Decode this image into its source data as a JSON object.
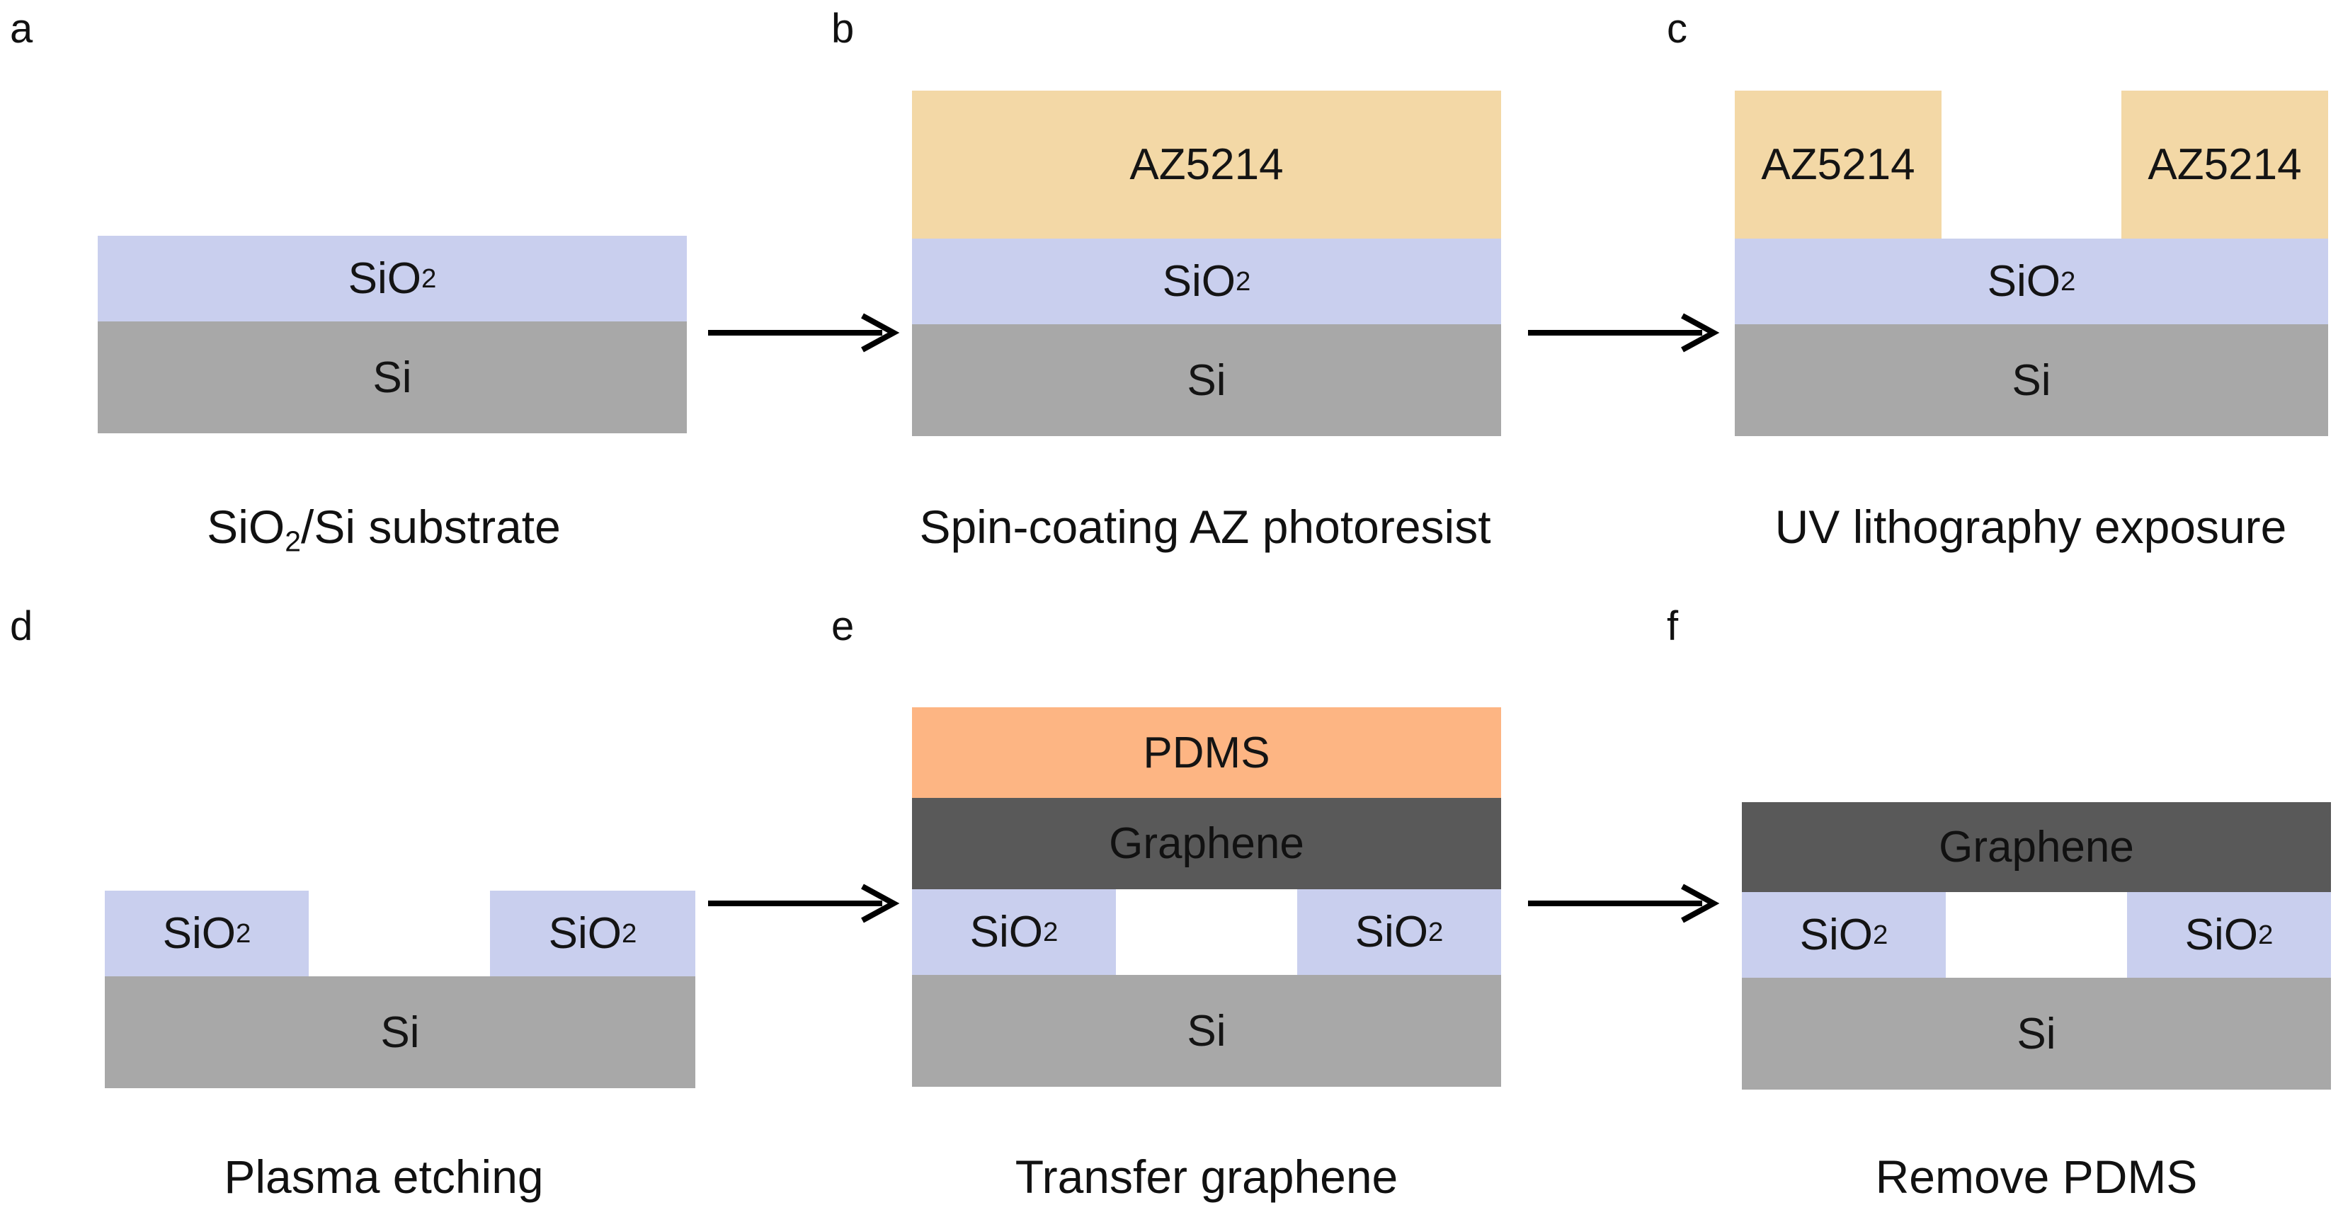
{
  "panels": [
    {
      "letter": "a",
      "caption_pre": "SiO",
      "caption_sub": "2",
      "caption_post": "/Si substrate"
    },
    {
      "letter": "b",
      "caption": "Spin-coating AZ photoresist"
    },
    {
      "letter": "c",
      "caption": "UV lithography exposure"
    },
    {
      "letter": "d",
      "caption": "Plasma etching"
    },
    {
      "letter": "e",
      "caption": "Transfer graphene"
    },
    {
      "letter": "f",
      "caption": "Remove PDMS"
    }
  ],
  "labels": {
    "si": "Si",
    "sio2_main": "SiO",
    "sio2_sub": "2",
    "az": "AZ5214",
    "pdms": "PDMS",
    "graphene": "Graphene"
  },
  "colors": {
    "si": "#a8a8a8",
    "sio2": "#c9cfee",
    "az5214": "#f3d8a6",
    "pdms": "#fdb583",
    "graphene": "#595959"
  },
  "icons": [
    "right-arrow-icon"
  ]
}
